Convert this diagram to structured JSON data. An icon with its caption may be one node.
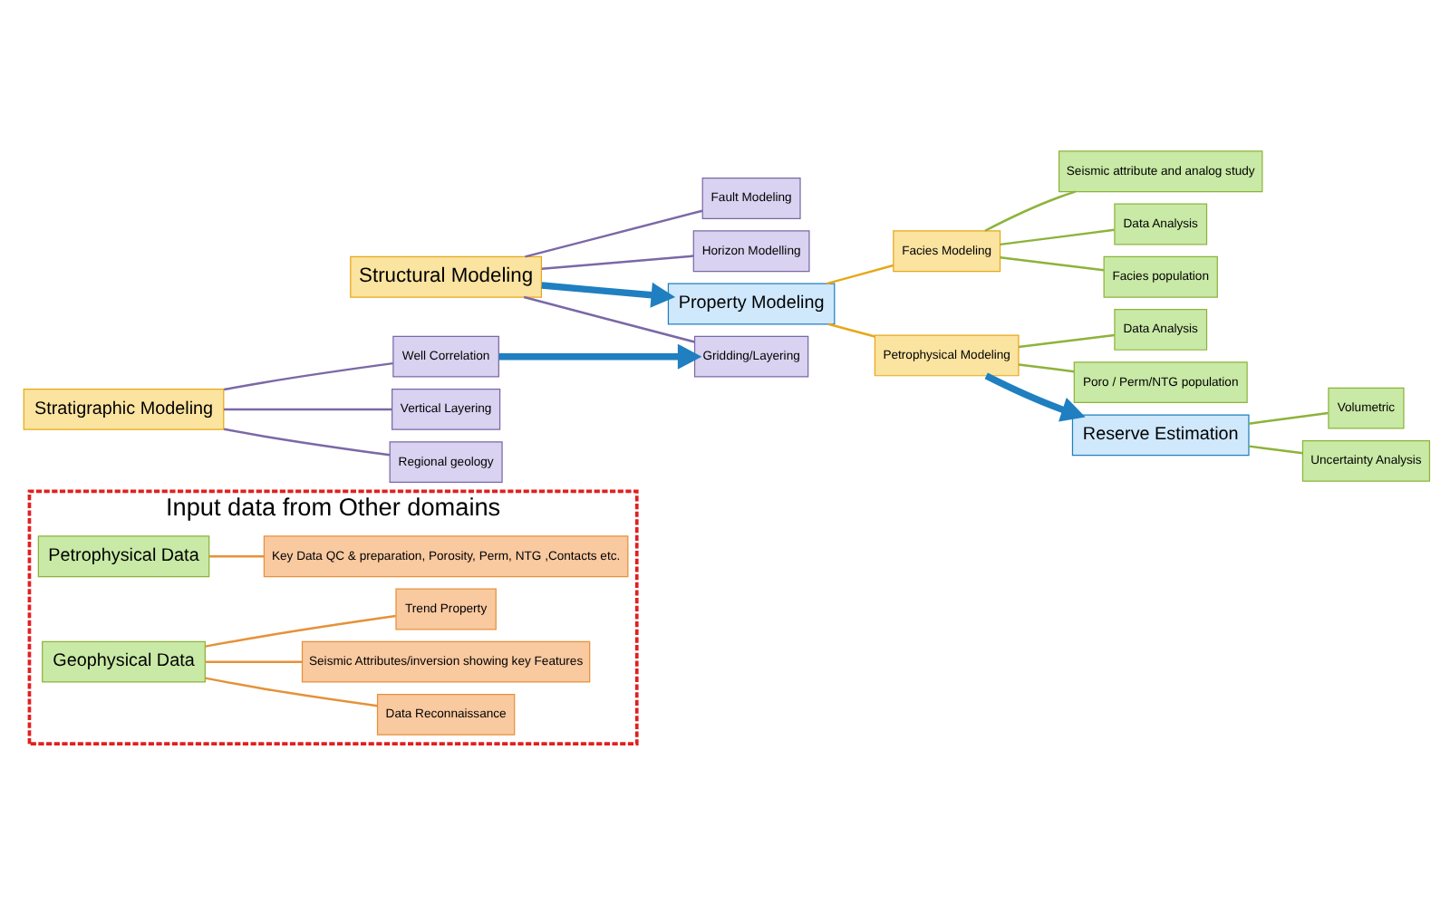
{
  "diagram": {
    "nodes": [
      {
        "text": [
          "Input data from Other domains"
        ]
      },
      {
        "text": [
          "Petrophysical Data"
        ],
        "in": 0
      },
      {
        "text": [
          "Key Data QC & preparation, Porosity, Perm, NTG ,Contacts etc."
        ],
        "in": 0
      },
      {
        "text": [
          "Geophysical Data"
        ],
        "in": 0
      },
      {
        "text": [
          "Data Reconnaissance"
        ],
        "in": 0
      },
      {
        "text": [
          "Seismic Attributes/inversion showing key Features"
        ],
        "in": 0
      },
      {
        "text": [
          "Trend Property"
        ],
        "in": 0
      },
      {
        "text": [
          "Structural Modeling"
        ]
      },
      {
        "text": [
          "Fault Modeling"
        ]
      },
      {
        "text": [
          "Horizon Modelling"
        ]
      },
      {
        "text": [
          "Gridding/Layering"
        ]
      },
      {
        "text": [
          "Stratigraphic Modeling"
        ]
      },
      {
        "text": [
          "Well Correlation"
        ]
      },
      {
        "text": [
          "Vertical Layering"
        ]
      },
      {
        "text": [
          "Regional geology"
        ]
      },
      {
        "text": [
          "Property Modeling"
        ]
      },
      {
        "text": [
          "Facies Modeling"
        ]
      },
      {
        "text": [
          "Petrophysical Modeling"
        ]
      },
      {
        "text": [
          "Seismic attribute and analog study"
        ]
      },
      {
        "text": [
          "Data Analysis"
        ]
      },
      {
        "text": [
          "Facies population"
        ]
      },
      {
        "text": [
          "Data Analysis"
        ]
      },
      {
        "text": [
          "Poro / Perm/NTG population"
        ]
      },
      {
        "text": [
          "Reserve Estimation"
        ]
      },
      {
        "text": [
          "Volumetric"
        ]
      },
      {
        "text": [
          "Uncertainty Analysis"
        ]
      }
    ],
    "edges": [
      {
        "from": 1,
        "to": 2,
        "arrow": "none",
        "color": "#e69138"
      },
      {
        "from": 3,
        "to": 4,
        "arrow": "none",
        "color": "#e69138"
      },
      {
        "from": 3,
        "to": 5,
        "arrow": "none",
        "color": "#e69138"
      },
      {
        "from": 3,
        "to": 6,
        "arrow": "none",
        "color": "#e69138"
      },
      {
        "from": 7,
        "to": 8,
        "arrow": "none",
        "color": "#7b68a6"
      },
      {
        "from": 7,
        "to": 9,
        "arrow": "none",
        "color": "#7b68a6"
      },
      {
        "from": 7,
        "to": 10,
        "arrow": "none",
        "color": "#7b68a6"
      },
      {
        "from": 11,
        "to": 12,
        "arrow": "none",
        "color": "#7b68a6"
      },
      {
        "from": 11,
        "to": 13,
        "arrow": "none",
        "color": "#7b68a6"
      },
      {
        "from": 11,
        "to": 14,
        "arrow": "none",
        "color": "#7b68a6"
      },
      {
        "from": 12,
        "to": 10,
        "arrow": "to",
        "style": "thick",
        "color": "#1f7fc0"
      },
      {
        "from": 7,
        "to": 15,
        "arrow": "to",
        "style": "thick",
        "color": "#1f7fc0"
      },
      {
        "from": 15,
        "to": 16,
        "arrow": "none",
        "color": "#e6a817"
      },
      {
        "from": 15,
        "to": 17,
        "arrow": "none",
        "color": "#e6a817"
      },
      {
        "from": 16,
        "to": 18,
        "arrow": "none"
      },
      {
        "from": 16,
        "to": 19,
        "arrow": "none"
      },
      {
        "from": 16,
        "to": 20,
        "arrow": "none"
      },
      {
        "from": 17,
        "to": 21,
        "arrow": "none"
      },
      {
        "from": 17,
        "to": 22,
        "arrow": "none"
      },
      {
        "from": 17,
        "to": 23,
        "arrow": "to",
        "style": "thick",
        "color": "#1f7fc0"
      },
      {
        "from": 23,
        "to": 24,
        "arrow": "none"
      },
      {
        "from": 23,
        "to": 25,
        "arrow": "none"
      }
    ]
  }
}
